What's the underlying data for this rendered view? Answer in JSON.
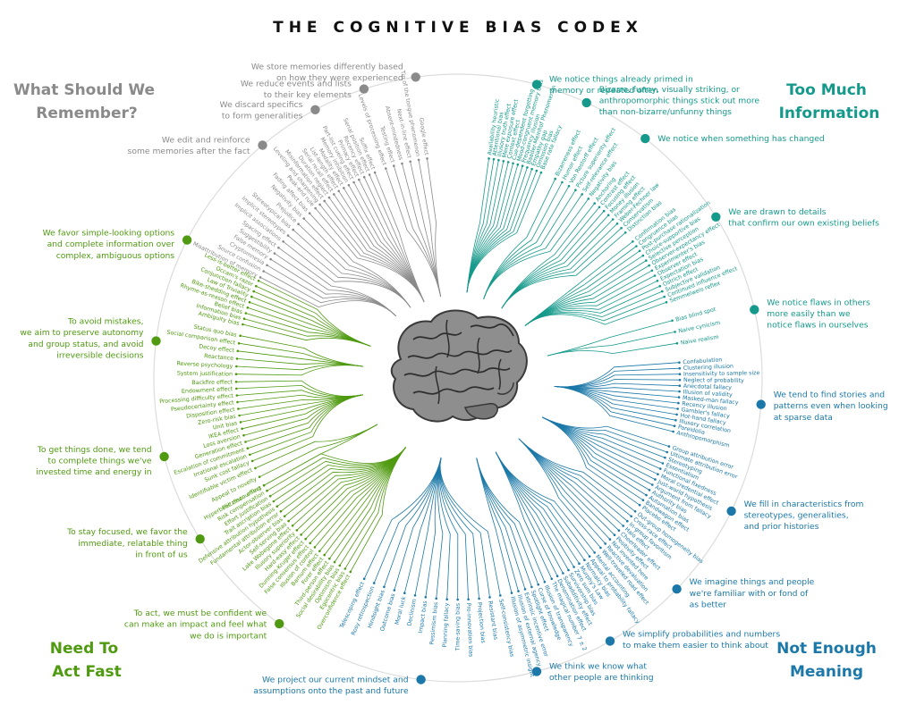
{
  "title": "THE COGNITIVE BIAS CODEX",
  "colors": {
    "ring": "#dcdcdc",
    "brain_fill": "#8e8e8e",
    "brain_line": "#3a3a3a",
    "remember": "#8a8a8a",
    "too_much": "#14998a",
    "meaning": "#1b78a8",
    "act_fast": "#4f9a10"
  },
  "quadrants": [
    {
      "lines": [
        "What Should We",
        "Remember?"
      ],
      "color": "#8a8a8a"
    },
    {
      "lines": [
        "Too Much",
        "Information"
      ],
      "color": "#14998a"
    },
    {
      "lines": [
        "Not Enough",
        "Meaning"
      ],
      "color": "#1b78a8"
    },
    {
      "lines": [
        "Need To",
        "Act Fast"
      ],
      "color": "#4f9a10"
    }
  ],
  "groups": [
    {
      "color": "#14998a",
      "lines": [
        "We notice things already primed in",
        "memory or repeated often"
      ],
      "items": [
        "Availability heuristic",
        "Attentional bias",
        "Illusory truth effect",
        "Mere exposure effect",
        "Context effect",
        "Cue-dependent forgetting",
        "Mood-congruent memory bias",
        "Frequency illusion",
        "Baader-Meinhof Phenomenon",
        "Empathy gap",
        "Omission bias",
        "Base rate fallacy"
      ]
    },
    {
      "color": "#14998a",
      "lines": [
        "Bizarre, funny, visually striking, or",
        "anthropomorphic things stick out more",
        "than non-bizarre/unfunny things"
      ],
      "items": [
        "Bizarreness effect",
        "Humor effect",
        "Von Restorff effect",
        "Picture superiority effect",
        "Self-relevance effect",
        "Negativity bias"
      ]
    },
    {
      "color": "#14998a",
      "lines": [
        "We notice when something has changed"
      ],
      "items": [
        "Anchoring",
        "Contrast effect",
        "Focusing effect",
        "Money illusion",
        "Framing effect",
        "Weber-Fechner law",
        "Conservatism",
        "Distinction bias"
      ]
    },
    {
      "color": "#14998a",
      "lines": [
        "We are drawn to details",
        "that confirm our own existing beliefs"
      ],
      "items": [
        "Confirmation bias",
        "Congruence bias",
        "Post-purchase rationalization",
        "Choice-supportive bias",
        "Selective perception",
        "Observer-expectancy effect",
        "Experimenter's bias",
        "Observer effect",
        "Expectation bias",
        "Ostrich effect",
        "Subjective validation",
        "Continued influence effect",
        "Semmelweis reflex"
      ]
    },
    {
      "color": "#14998a",
      "lines": [
        "We notice flaws in others",
        "more easily than we",
        "notice flaws in ourselves"
      ],
      "items": [
        "Bias blind spot",
        "Naive cynicism",
        "Naive realism"
      ]
    },
    {
      "color": "#1b78a8",
      "lines": [
        "We tend to find stories and",
        "patterns even when looking",
        "at sparse data"
      ],
      "items": [
        "Confabulation",
        "Clustering illusion",
        "Insensitivity to sample size",
        "Neglect of probability",
        "Anecdotal fallacy",
        "Illusion of validity",
        "Masked-man fallacy",
        "Recency illusion",
        "Gambler's fallacy",
        "Hot-hand fallacy",
        "Illusory correlation",
        "Pareidolia",
        "Anthropomorphism"
      ]
    },
    {
      "color": "#1b78a8",
      "lines": [
        "We fill in characteristics from",
        "stereotypes, generalities,",
        "and prior histories"
      ],
      "items": [
        "Group attribution error",
        "Ultimate attribution error",
        "Stereotyping",
        "Essentialism",
        "Functional fixedness",
        "Moral credential effect",
        "Just-world hypothesis",
        "Argument from fallacy",
        "Authority bias",
        "Automation bias",
        "Bandwagon effect",
        "Placebo effect"
      ]
    },
    {
      "color": "#1b78a8",
      "lines": [
        "We imagine things and people",
        "we're familiar with or fond of",
        "as better"
      ],
      "items": [
        "Out-group homogeneity bias",
        "Cross-race effect",
        "In-group favoritism",
        "Halo effect",
        "Cheerleader effect",
        "Positivity effect",
        "Not invented here",
        "Reactive devaluation",
        "Well-traveled road effect"
      ]
    },
    {
      "color": "#1b78a8",
      "lines": [
        "We simplify probabilities and numbers",
        "to make them easier to think about"
      ],
      "items": [
        "Mental accounting",
        "Appeal to probability fallacy",
        "Normalcy bias",
        "Murphy's Law",
        "Zero sum bias",
        "Survivorship bias",
        "Subadditivity effect",
        "Denomination effect",
        "The magical number 7 ± 2"
      ]
    },
    {
      "color": "#1b78a8",
      "lines": [
        "We think we know what",
        "other people are thinking"
      ],
      "items": [
        "Illusion of transparency",
        "Curse of knowledge",
        "Spotlight effect",
        "Extrinsic incentive error",
        "Illusion of external agency",
        "Illusion of asymmetric insight"
      ]
    },
    {
      "color": "#1b78a8",
      "lines": [
        "We project our current mindset and",
        "assumptions onto the past and future"
      ],
      "items": [
        "Self-consistency bias",
        "Resistant bias",
        "Projection bias",
        "Pro-innovation bias",
        "Time-saving bias",
        "Planning fallacy",
        "Pessimism bias",
        "Impact bias",
        "Declinism",
        "Moral luck",
        "Outcome bias",
        "Hindsight bias",
        "Rosy retrospection",
        "Telescoping effect"
      ]
    },
    {
      "color": "#4f9a10",
      "lines": [
        "To act, we must be confident we",
        "can make an impact and feel what",
        "we do is important"
      ],
      "items": [
        "Overconfidence effect",
        "Egocentric bias",
        "Optimism bias",
        "Social desirability bias",
        "Third-person effect",
        "Forer effect",
        "Barnum effect",
        "Illusion of control",
        "False consensus effect",
        "Dunning-Kruger effect",
        "Hard-easy effect",
        "Illusory superiority",
        "Lake Wobegone effect",
        "Self-serving bias",
        "Actor-observer bias",
        "Fundamental attribution error",
        "Defensive attribution hypothesis",
        "Trait ascription bias",
        "Effort justification",
        "Risk compensation",
        "Peltzman effect"
      ]
    },
    {
      "color": "#4f9a10",
      "lines": [
        "To stay focused, we favor the",
        "immediate, relatable thing",
        "in front of us"
      ],
      "items": [
        "Hyperbolic discounting",
        "Appeal to novelty",
        "Identifiable victim effect"
      ]
    },
    {
      "color": "#4f9a10",
      "lines": [
        "To get things done, we tend",
        "to complete things we've",
        "invested time and energy in"
      ],
      "items": [
        "Sunk cost fallacy",
        "Irrational escalation",
        "Escalation of commitment",
        "Generation effect",
        "Loss aversion",
        "IKEA effect",
        "Unit bias",
        "Zero-risk bias",
        "Disposition effect",
        "Pseudocertainty effect",
        "Processing difficulty effect",
        "Endowment effect",
        "Backfire effect"
      ]
    },
    {
      "color": "#4f9a10",
      "lines": [
        "To avoid mistakes,",
        "we aim to preserve autonomy",
        "and group status, and avoid",
        "irreversible decisions"
      ],
      "items": [
        "System justification",
        "Reverse psychology",
        "Reactance",
        "Decoy effect",
        "Social comparison effect",
        "Status quo bias"
      ]
    },
    {
      "color": "#4f9a10",
      "lines": [
        "We favor simple-looking options",
        "and complete information over",
        "complex, ambiguous options"
      ],
      "items": [
        "Ambiguity bias",
        "Information bias",
        "Belief bias",
        "Rhyme-as-reason effect",
        "Bike-shedding effect",
        "Law of Triviality",
        "Conjunction fallacy",
        "Occam's razor",
        "Less-is-better effect"
      ]
    },
    {
      "color": "#8a8a8a",
      "lines": [
        "We edit and reinforce",
        "some memories after the fact"
      ],
      "items": [
        "Misattribution of memory",
        "Source confusion",
        "Cryptomnesia",
        "False memory",
        "Suggestibility",
        "Spacing effect"
      ]
    },
    {
      "color": "#8a8a8a",
      "lines": [
        "We discard specifics",
        "to form generalities"
      ],
      "items": [
        "Implicit associations",
        "Implicit stereotypes",
        "Stereotypical bias",
        "Prejudice",
        "Negativity bias",
        "Fading affect bias"
      ]
    },
    {
      "color": "#8a8a8a",
      "lines": [
        "We reduce events and lists",
        "to their key elements"
      ],
      "items": [
        "Peak-end rule",
        "Leveling and sharpening",
        "Misinformation effect",
        "Duration neglect",
        "Serial recall effect",
        "List-length effect",
        "Modality effect",
        "Memory inhibition",
        "Part-list cueing effect",
        "Primacy effect",
        "Recency effect",
        "Serial position effect",
        "Suffix effect"
      ]
    },
    {
      "color": "#8a8a8a",
      "lines": [
        "We store memories differently based",
        "on how they were experienced"
      ],
      "items": [
        "Levels of processing effect",
        "Testing effect",
        "Absent-mindedness",
        "Next-in-line effect",
        "Tip of the tongue phenomenon",
        "Google effect"
      ]
    }
  ]
}
